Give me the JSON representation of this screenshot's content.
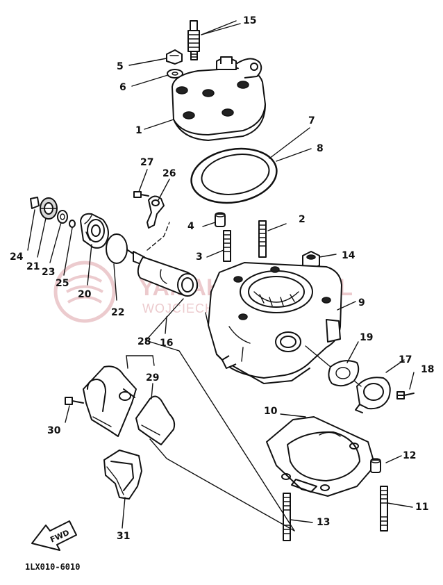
{
  "diagram": {
    "code": "1LX010-6010",
    "fwd": "FWD",
    "watermark": {
      "line1": "YAMAHASKLEP.PL",
      "line2": "WOJCIECHOWICZ YAMAHA",
      "color": "#e6b9bd"
    },
    "labels": {
      "p1": "1",
      "p2": "2",
      "p3": "3",
      "p4": "4",
      "p5": "5",
      "p6": "6",
      "p7": "7",
      "p8": "8",
      "p9": "9",
      "p10": "10",
      "p11": "11",
      "p12": "12",
      "p13": "13",
      "p14": "14",
      "p15": "15",
      "p16": "16",
      "p17": "17",
      "p18": "18",
      "p19": "19",
      "p20": "20",
      "p21": "21",
      "p22": "22",
      "p23": "23",
      "p24": "24",
      "p25": "25",
      "p26": "26",
      "p27": "27",
      "p28": "28",
      "p29": "29",
      "p30": "30",
      "p31": "31"
    }
  }
}
